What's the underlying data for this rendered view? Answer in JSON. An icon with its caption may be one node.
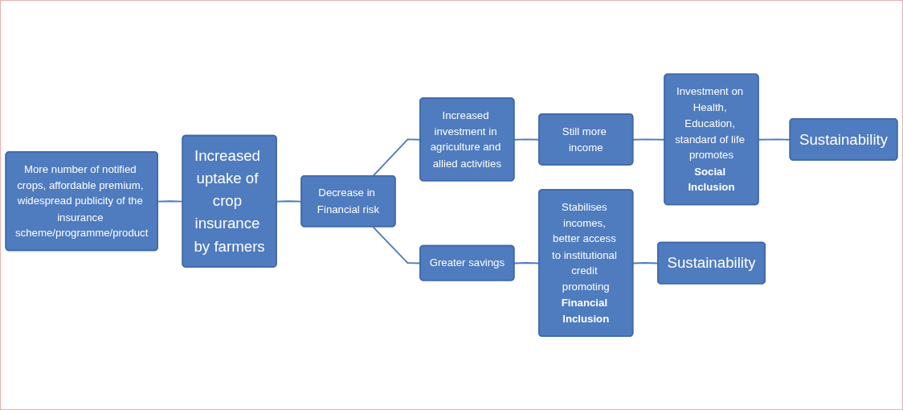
{
  "diagram": {
    "nodes": [
      {
        "text": [
          "More number of notified crops, affordable premium, widespread publicity of the insurance scheme/programme/product"
        ]
      },
      {
        "text": [
          "Increased uptake of crop insurance by farmers"
        ]
      },
      {
        "text": [
          "Decrease in Financial risk"
        ]
      },
      {
        "text": [
          "Increased investment in agriculture and allied activities"
        ]
      },
      {
        "text": [
          "Still more income"
        ]
      },
      {
        "text": [
          "Investment on Health, Education, standard of life promotes",
          "Social Inclusion"
        ]
      },
      {
        "text": [
          "Sustainability"
        ]
      },
      {
        "text": [
          "Greater savings"
        ]
      },
      {
        "text": [
          "Stabilises incomes, better access to institutional credit promoting",
          "Financial Inclusion"
        ]
      },
      {
        "text": [
          "Sustainability"
        ]
      }
    ],
    "edges": [
      {
        "from": 0,
        "to": 1,
        "arrow": "none"
      },
      {
        "from": 1,
        "to": 2,
        "arrow": "none"
      },
      {
        "from": 2,
        "to": 3,
        "arrow": "none"
      },
      {
        "from": 2,
        "to": 7,
        "arrow": "none"
      },
      {
        "from": 3,
        "to": 4,
        "arrow": "none"
      },
      {
        "from": 4,
        "to": 5,
        "arrow": "none"
      },
      {
        "from": 5,
        "to": 6,
        "arrow": "none"
      },
      {
        "from": 7,
        "to": 8,
        "arrow": "none"
      },
      {
        "from": 8,
        "to": 9,
        "arrow": "none"
      }
    ]
  }
}
